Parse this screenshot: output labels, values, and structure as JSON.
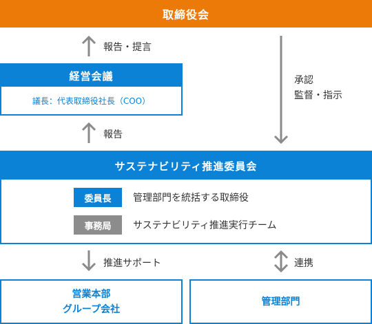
{
  "board": {
    "label": "取締役会"
  },
  "arrows": {
    "council_to_board": "報告・提言",
    "committee_to_council": "報告",
    "board_to_committee_line1": "承認",
    "board_to_committee_line2": "監督・指示",
    "committee_to_sales": "推進サポート",
    "committee_to_admin": "連携"
  },
  "council": {
    "title": "経営会議",
    "chair": "議長：代表取締役社長（COO）"
  },
  "committee": {
    "title": "サステナビリティ推進委員会",
    "roles": [
      {
        "badge": "委員長",
        "text": "管理部門を統括する取締役",
        "color": "#0b82d6"
      },
      {
        "badge": "事務局",
        "text": "サステナビリティ推進実行チーム",
        "color": "#8c8c8c"
      }
    ]
  },
  "bottom": {
    "sales_line1": "営業本部",
    "sales_line2": "グループ会社",
    "admin": "管理部門"
  },
  "colors": {
    "board": "#ec7a08",
    "accent": "#0b82d6",
    "secretariat": "#8c8c8c",
    "arrow": "#8a8a8a"
  }
}
